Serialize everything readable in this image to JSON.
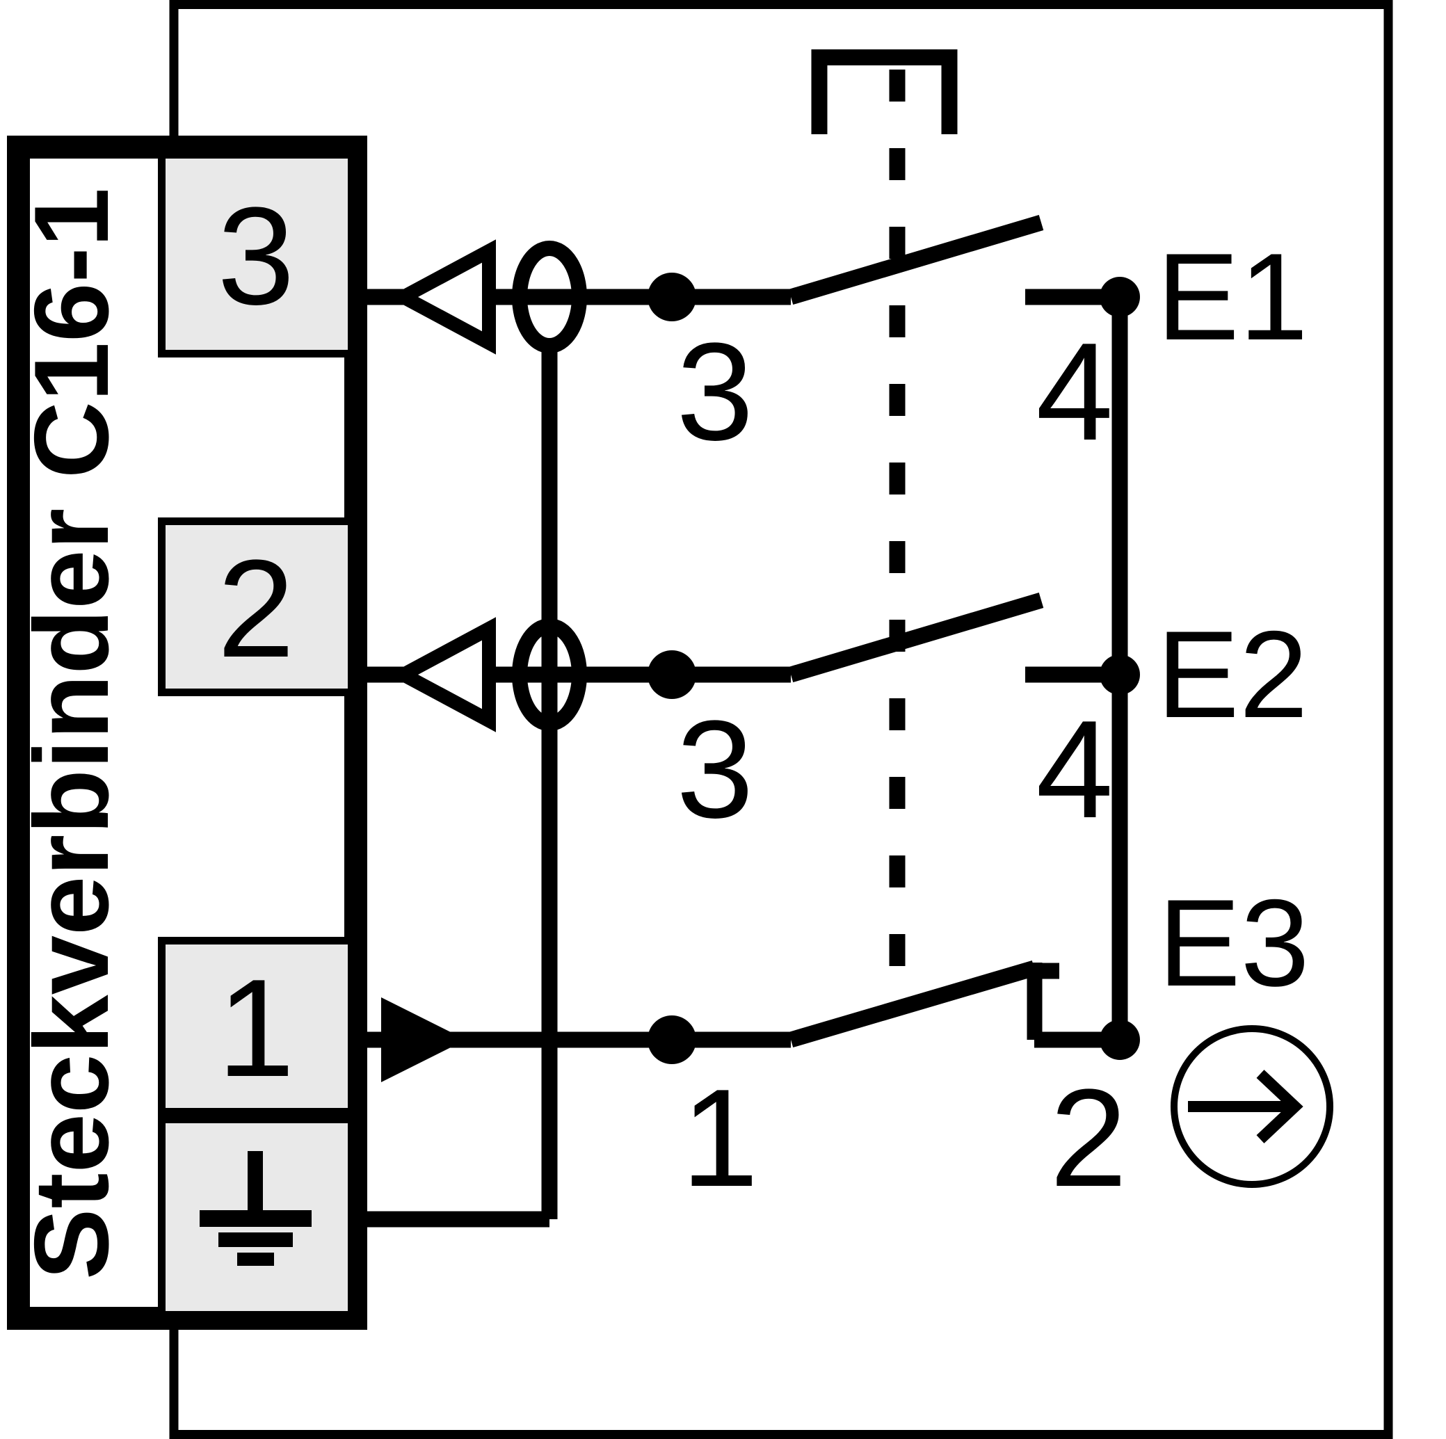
{
  "colors": {
    "line": "#000000",
    "pin_fill": "#e9e9e9",
    "background": "#ffffff"
  },
  "connector": {
    "title": "Steckverbinder C16-1",
    "pin3": "3",
    "pin2": "2",
    "pin1": "1",
    "pin_ground_icon": "earth-ground-icon"
  },
  "rows": {
    "e1": {
      "label": "E1",
      "terminal_switch": "3",
      "terminal_contact": "4"
    },
    "e2": {
      "label": "E2",
      "terminal_switch": "3",
      "terminal_contact": "4"
    },
    "e3": {
      "label": "E3",
      "terminal_switch": "1",
      "terminal_contact": "2"
    }
  },
  "symbols": {
    "actuator_bracket": "actuator-bracket-icon",
    "mechanical_link": "dashed-mechanical-link",
    "shield_rings": "shield-ring-icon",
    "output_arrow": "open-triangle-left-icon",
    "input_arrow": "filled-triangle-right-icon",
    "actuation_direction": "circle-arrow-right-icon"
  }
}
